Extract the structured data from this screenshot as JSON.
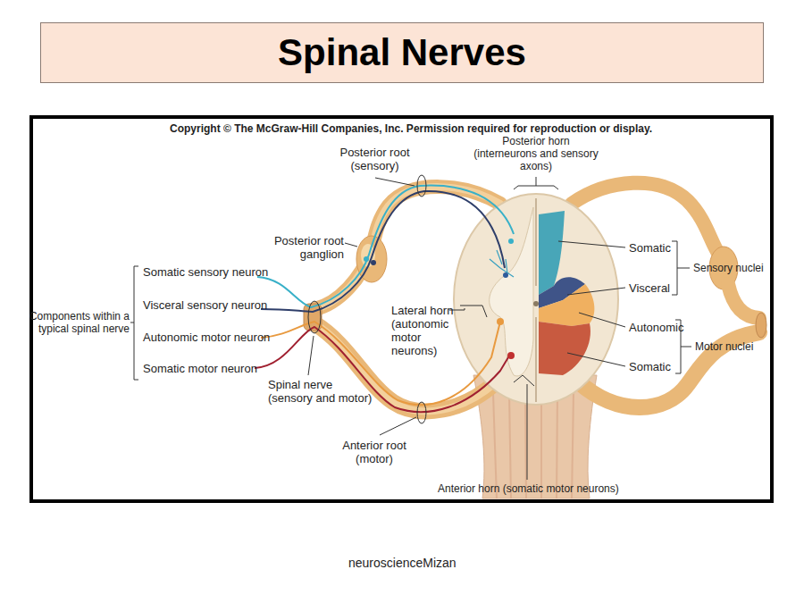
{
  "diagram": {
    "title": "Spinal Nerves",
    "labels": [
      "Copyright © The McGraw-Hill Companies, Inc. Permission required for reproduction or display.",
      "Posterior root (sensory)",
      "Posterior horn (interneurons and sensory axons)",
      "Posterior root ganglion",
      "Somatic sensory neuron",
      "Visceral sensory neuron",
      "Components within a typical spinal nerve",
      "Autonomic motor neuron",
      "Somatic motor neuron",
      "Lateral horn (autonomic motor neurons)",
      "Spinal nerve (sensory and motor)",
      "Anterior root (motor)",
      "Anterior horn (somatic motor neurons)",
      "Somatic",
      "Visceral",
      "Sensory nuclei",
      "Autonomic",
      "Somatic",
      "Motor nuclei",
      "neuroscienceMizan"
    ]
  }
}
